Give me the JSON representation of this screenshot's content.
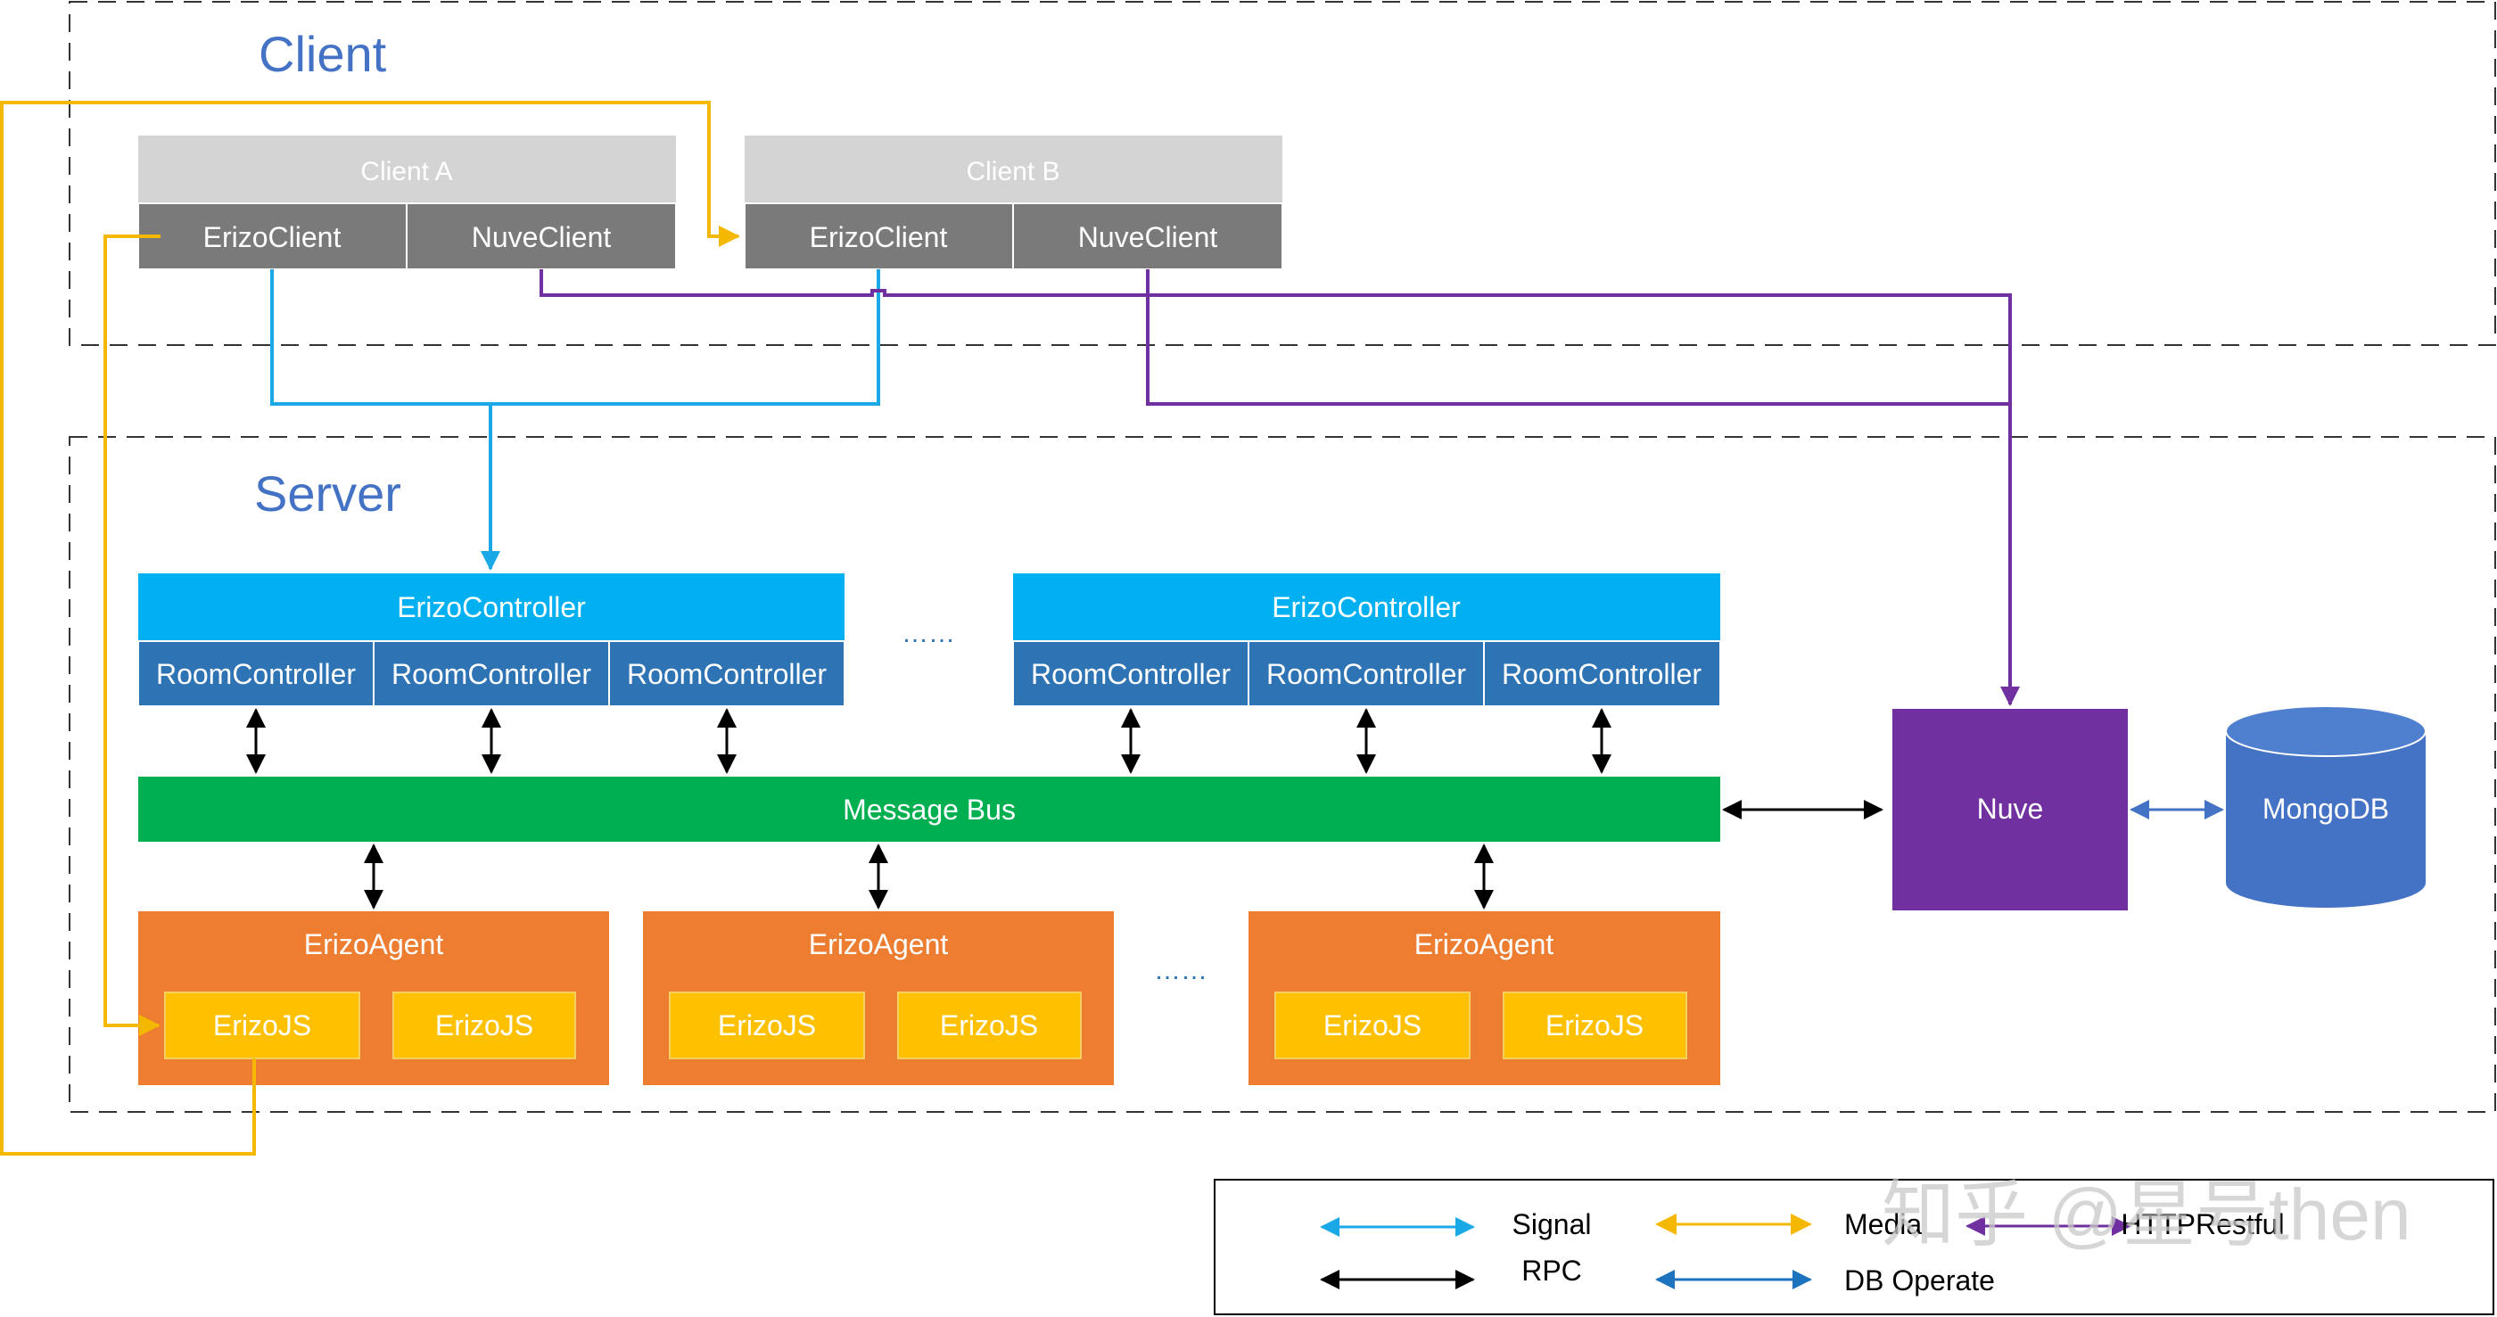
{
  "regions": {
    "client_title": "Client",
    "server_title": "Server"
  },
  "clients": [
    {
      "name": "Client A",
      "erizo_client": "ErizoClient",
      "nuve_client": "NuveClient"
    },
    {
      "name": "Client B",
      "erizo_client": "ErizoClient",
      "nuve_client": "NuveClient"
    }
  ],
  "controllers": [
    {
      "name": "ErizoController",
      "rooms": [
        "RoomController",
        "RoomController",
        "RoomController"
      ]
    },
    {
      "name": "ErizoController",
      "rooms": [
        "RoomController",
        "RoomController",
        "RoomController"
      ]
    }
  ],
  "ellipsis": "……",
  "message_bus": "Message Bus",
  "agents": [
    {
      "name": "ErizoAgent",
      "js": [
        "ErizoJS",
        "ErizoJS"
      ]
    },
    {
      "name": "ErizoAgent",
      "js": [
        "ErizoJS",
        "ErizoJS"
      ]
    },
    {
      "name": "ErizoAgent",
      "js": [
        "ErizoJS",
        "ErizoJS"
      ]
    }
  ],
  "nuve": "Nuve",
  "mongodb": "MongoDB",
  "legend": {
    "signal": "Signal",
    "rpc": "RPC",
    "media": "Media",
    "db_operate": "DB Operate",
    "http_restful": "HTTPRestful"
  },
  "watermark": "知乎 @星号then",
  "colors": {
    "signal": "#1aa9e6",
    "media": "#f5b800",
    "rpc": "#000000",
    "db": "#1e73be",
    "http": "#7030a0",
    "client_header": "#d4d4d4",
    "client_sub": "#7a7a7a",
    "controller": "#00b0f0",
    "room": "#2e74b5",
    "bus": "#00b050",
    "agent": "#ed7d31",
    "erizojs": "#ffc000",
    "nuve": "#7030a0",
    "mongodb": "#4472c4",
    "title": "#4472c4"
  }
}
